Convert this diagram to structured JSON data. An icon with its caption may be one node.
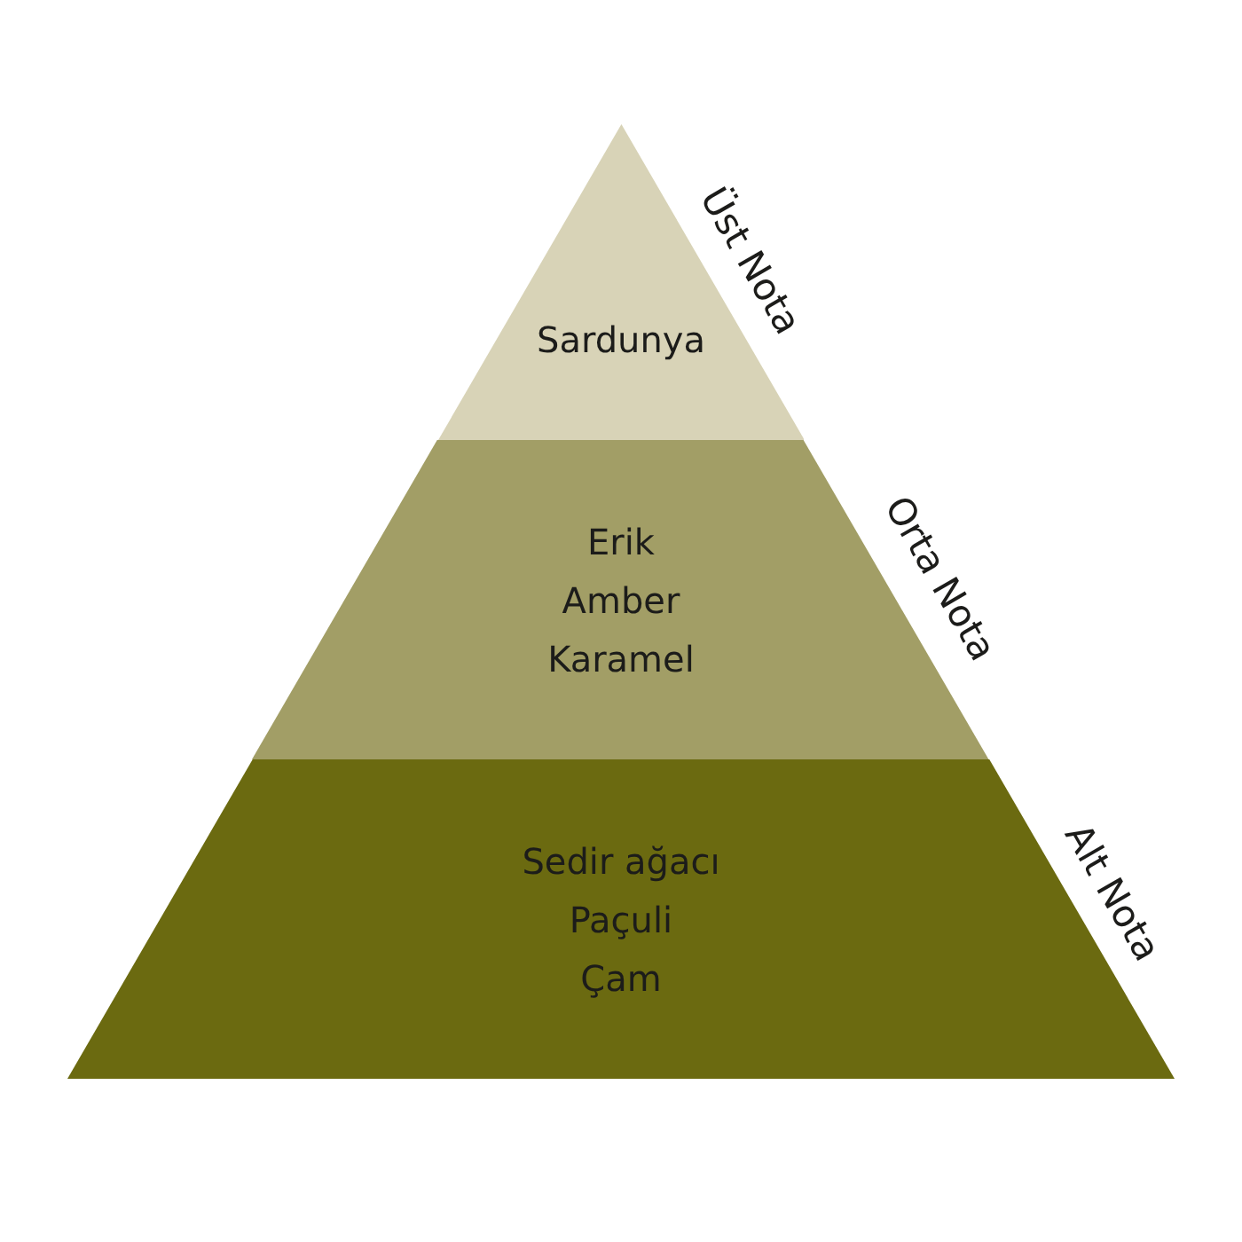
{
  "diagram": {
    "nodes": [
      {
        "text": [
          "Sardunya"
        ],
        "beside": [
          "Üst Nota"
        ]
      },
      {
        "text": [
          "Erik",
          "Amber",
          "Karamel"
        ],
        "beside": [
          "Orta Nota"
        ]
      },
      {
        "text": [
          "Sedir ağacı",
          "Paçuli",
          "Çam"
        ],
        "beside": [
          "Alt Nota"
        ]
      }
    ]
  }
}
